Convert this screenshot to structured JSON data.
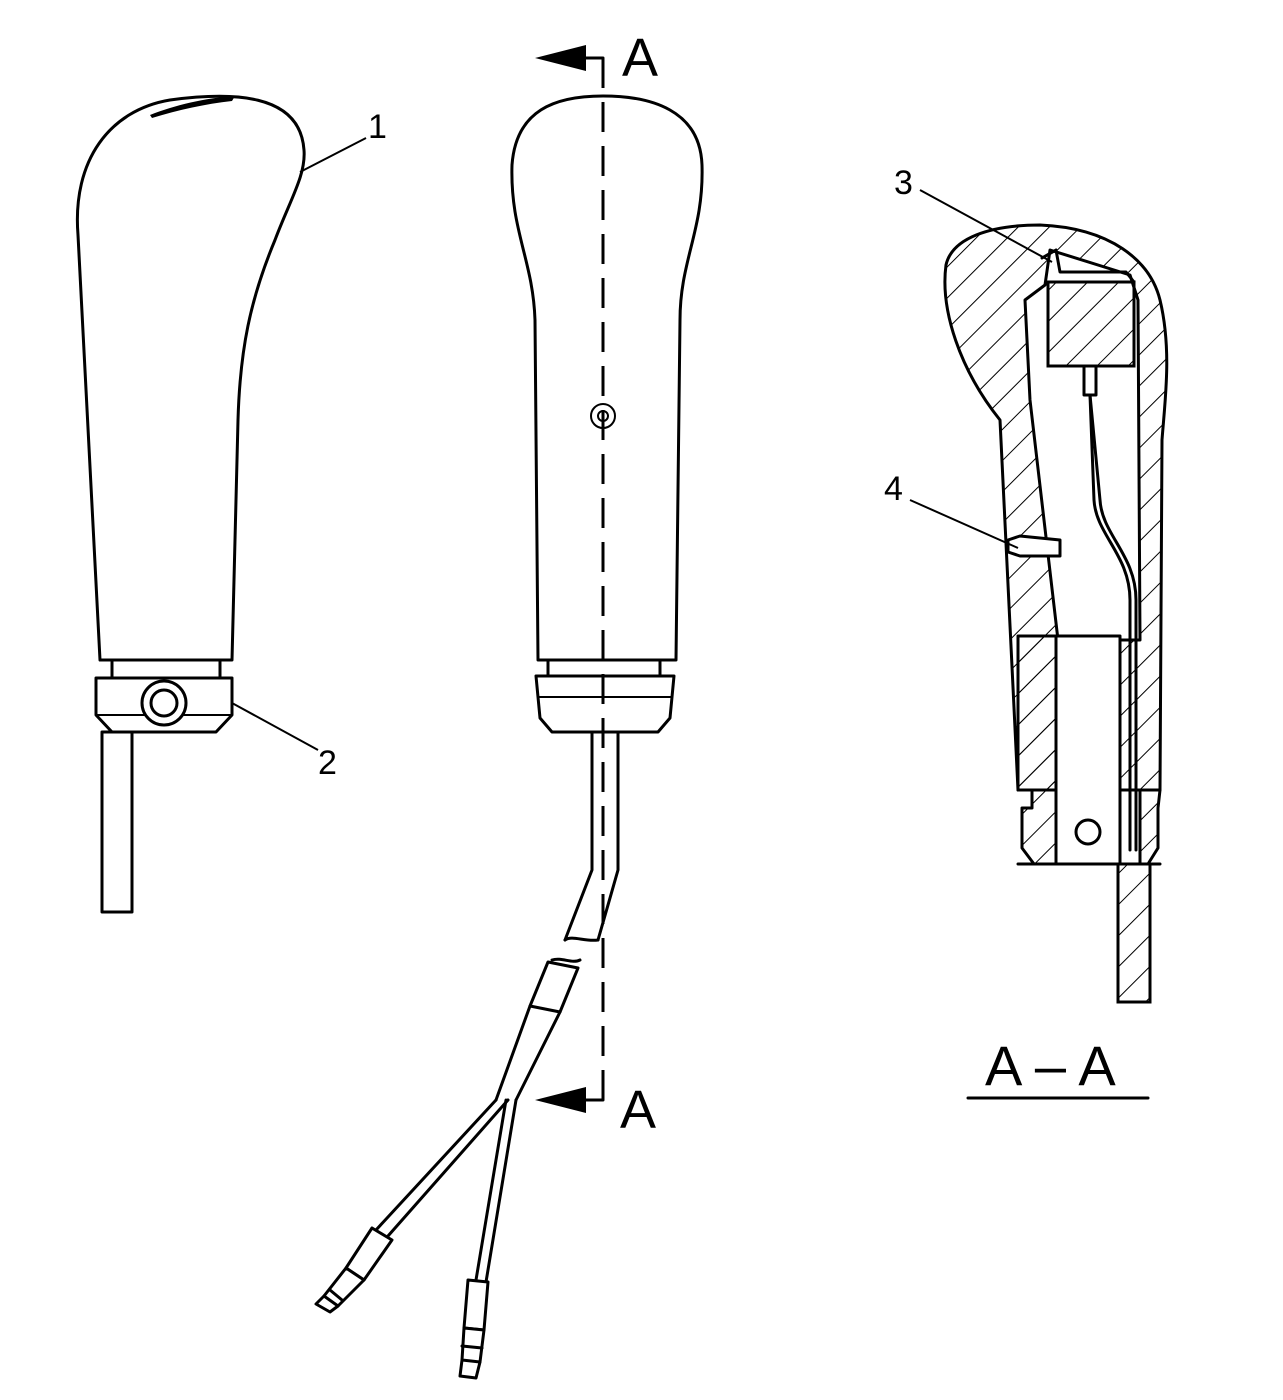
{
  "callouts": {
    "c1": "1",
    "c2": "2",
    "c3": "3",
    "c4": "4"
  },
  "section_marks": {
    "top": "A",
    "bottom": "A"
  },
  "section_view_title": "A – A"
}
